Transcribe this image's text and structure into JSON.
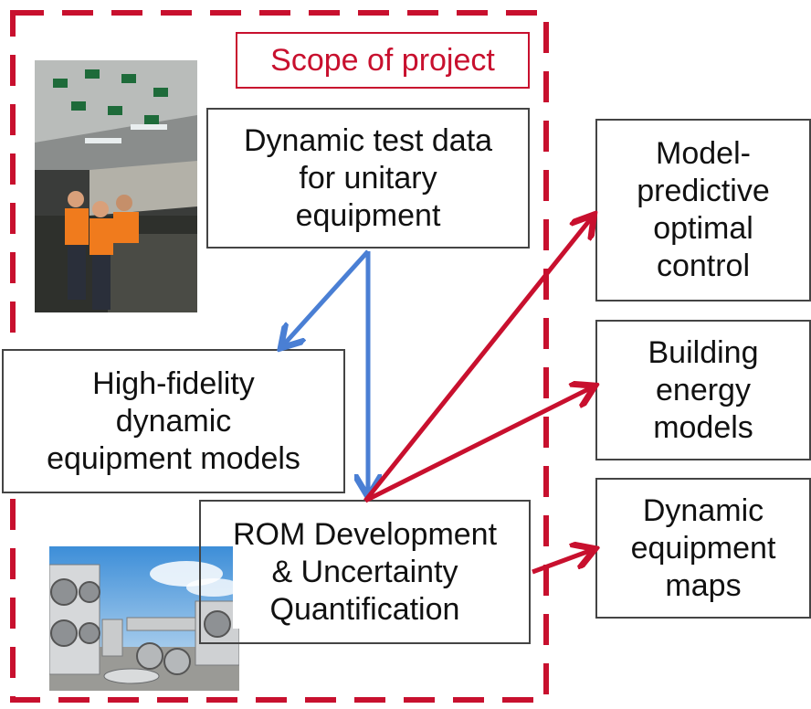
{
  "scope_label": "Scope of project",
  "boxes": {
    "test_data": "Dynamic test data\nfor unitary\nequipment",
    "high_fidelity": "High-fidelity\ndynamic\nequipment models",
    "rom": "ROM Development\n& Uncertainty\nQuantification",
    "mpc": "Model-\npredictive\noptimal\ncontrol",
    "building": "Building\nenergy\nmodels",
    "maps": "Dynamic\nequipment\nmaps"
  },
  "colors": {
    "scope": "#c8102e",
    "blue_arrow": "#4a7fd4",
    "red_arrow": "#c8102e"
  },
  "icons": {
    "lab_photo": "lab-photo",
    "hvac_photo": "hvac-rooftop-photo"
  }
}
